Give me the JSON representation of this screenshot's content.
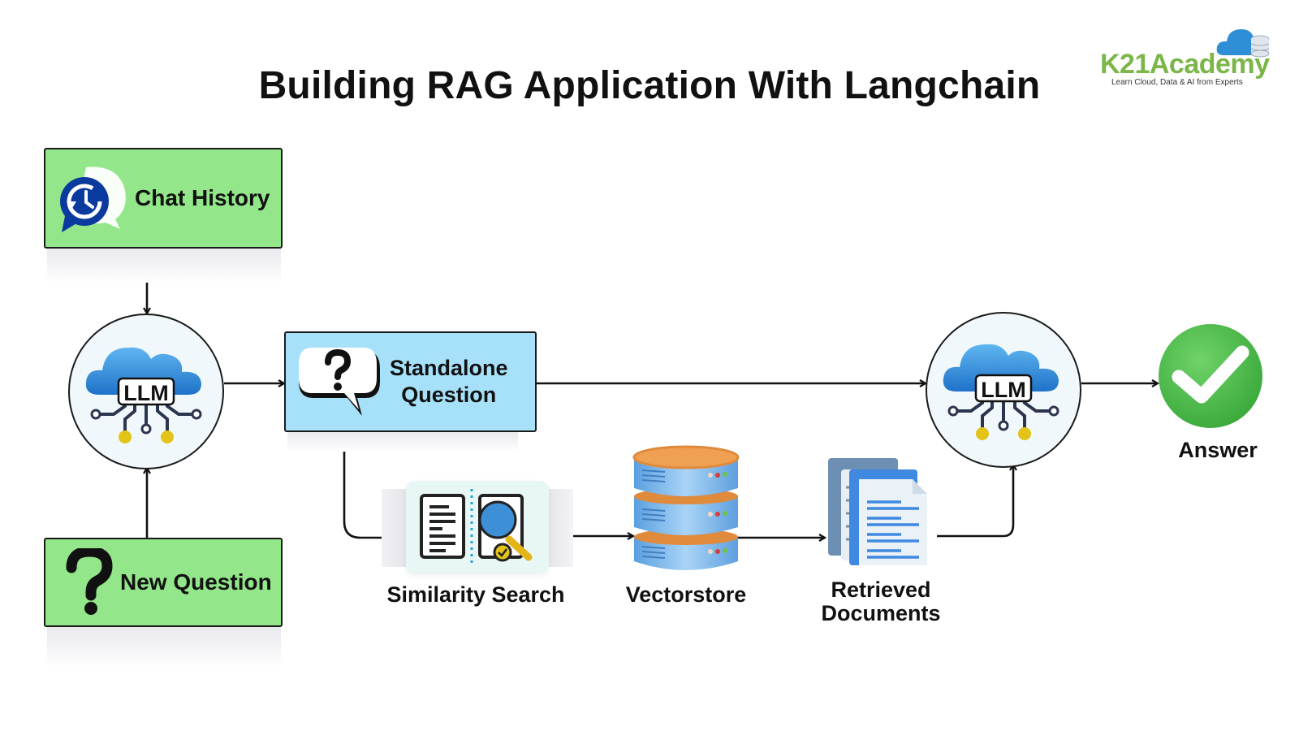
{
  "title": "Building RAG Application With Langchain",
  "logo": {
    "brand": "K21Academy",
    "tagline": "Learn Cloud, Data & AI from Experts",
    "brand_color": "#7ab648"
  },
  "nodes": {
    "chat_history": {
      "label": "Chat History",
      "icon": "chat-history-icon",
      "color": "#93e68a"
    },
    "new_question": {
      "label": "New Question",
      "icon": "question-mark-icon",
      "color": "#93e68a"
    },
    "llm_1": {
      "label": "LLM",
      "icon": "cloud-llm-icon"
    },
    "standalone_question": {
      "label_line1": "Standalone",
      "label_line2": "Question",
      "icon": "question-bubble-icon",
      "color": "#a6e1f9"
    },
    "similarity_search": {
      "label": "Similarity Search",
      "icon": "document-search-icon"
    },
    "vectorstore": {
      "label": "Vectorstore",
      "icon": "database-icon"
    },
    "retrieved_documents": {
      "label_line1": "Retrieved",
      "label_line2": "Documents",
      "icon": "documents-icon"
    },
    "llm_2": {
      "label": "LLM",
      "icon": "cloud-llm-icon"
    },
    "answer": {
      "label": "Answer",
      "icon": "checkmark-icon",
      "color": "#4cbb47"
    }
  },
  "edges": [
    {
      "from": "chat_history",
      "to": "llm_1"
    },
    {
      "from": "new_question",
      "to": "llm_1"
    },
    {
      "from": "llm_1",
      "to": "standalone_question"
    },
    {
      "from": "standalone_question",
      "to": "llm_2"
    },
    {
      "from": "standalone_question",
      "to": "similarity_search"
    },
    {
      "from": "similarity_search",
      "to": "vectorstore"
    },
    {
      "from": "vectorstore",
      "to": "retrieved_documents"
    },
    {
      "from": "retrieved_documents",
      "to": "llm_2"
    },
    {
      "from": "llm_2",
      "to": "answer"
    }
  ]
}
